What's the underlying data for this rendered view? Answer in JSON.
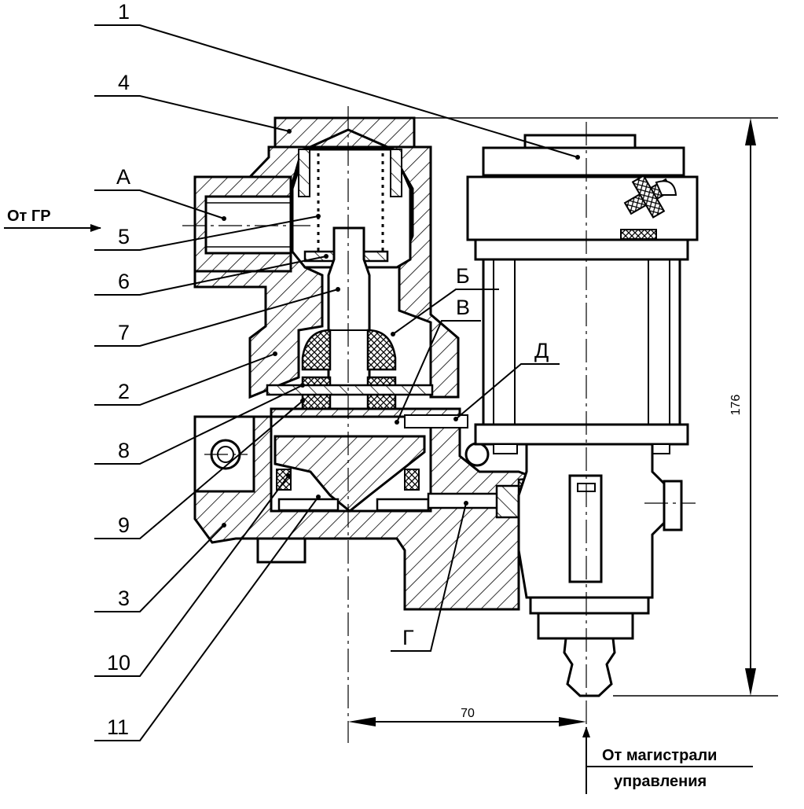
{
  "callouts": {
    "c1": "1",
    "c4": "4",
    "cA": "А",
    "c5": "5",
    "c6": "6",
    "c7": "7",
    "c2": "2",
    "c8": "8",
    "c9": "9",
    "c3": "3",
    "c10": "10",
    "c11": "11",
    "cB": "Б",
    "cV": "В",
    "cD": "Д",
    "cG": "Г"
  },
  "notes": {
    "inlet": "От ГР",
    "outlet_line1": "От магистрали",
    "outlet_line2": "управления"
  },
  "dimensions": {
    "height": "176",
    "width": "70"
  },
  "colors": {
    "ink": "#000000",
    "paper": "#ffffff"
  }
}
